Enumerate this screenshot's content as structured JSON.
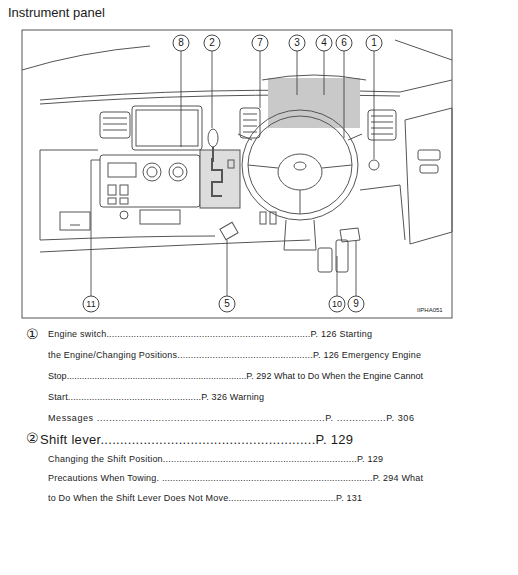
{
  "diagram": {
    "title": "Instrument panel",
    "labels": [
      "8",
      "2",
      "7",
      "3",
      "4",
      "6",
      "1",
      "11",
      "5",
      "10",
      "9",
      "IIPHA051",
      "①",
      "Engine switch...........................................................................P. 126 Starting",
      "the Engine/Changing Positions..................................................P. 126 Emergency Engine",
      "Stop.......................................................................P. 292 What to Do When the Engine Cannot",
      "Start..................................................P. 326 Warning",
      "Messages ..........................................................................P. ................P. 306",
      "②",
      "Shift lever.......................................................P. 129",
      "Changing the Shift Position.......................................................................P. 129",
      "Precautions When Towing. ..............................................................................P. 294 What",
      "to Do When the Shift Lever Does Not Move........................................P. 131"
    ]
  }
}
